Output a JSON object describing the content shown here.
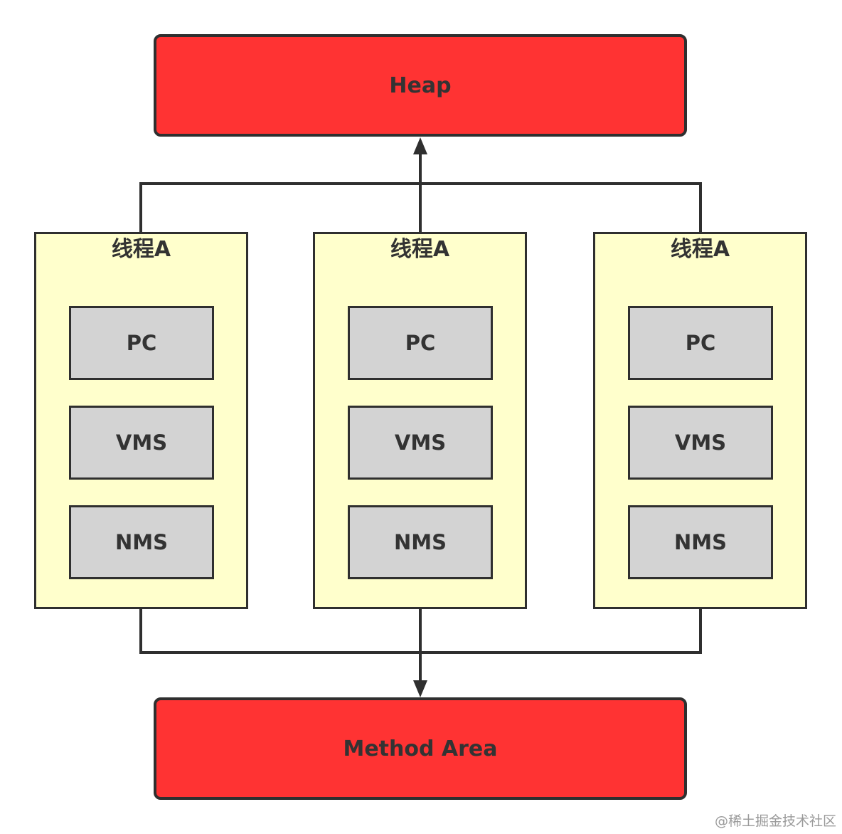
{
  "colors": {
    "memory_area_fill": "#ff3333",
    "thread_fill": "#ffffcc",
    "register_fill": "#d3d3d3",
    "stroke": "#2f2f2f",
    "text": "#333333"
  },
  "heap": {
    "label": "Heap"
  },
  "method_area": {
    "label": "Method Area"
  },
  "threads": [
    {
      "title": "线程A",
      "items": [
        "PC",
        "VMS",
        "NMS"
      ]
    },
    {
      "title": "线程A",
      "items": [
        "PC",
        "VMS",
        "NMS"
      ]
    },
    {
      "title": "线程A",
      "items": [
        "PC",
        "VMS",
        "NMS"
      ]
    }
  ],
  "watermark": "@稀土掘金技术社区"
}
